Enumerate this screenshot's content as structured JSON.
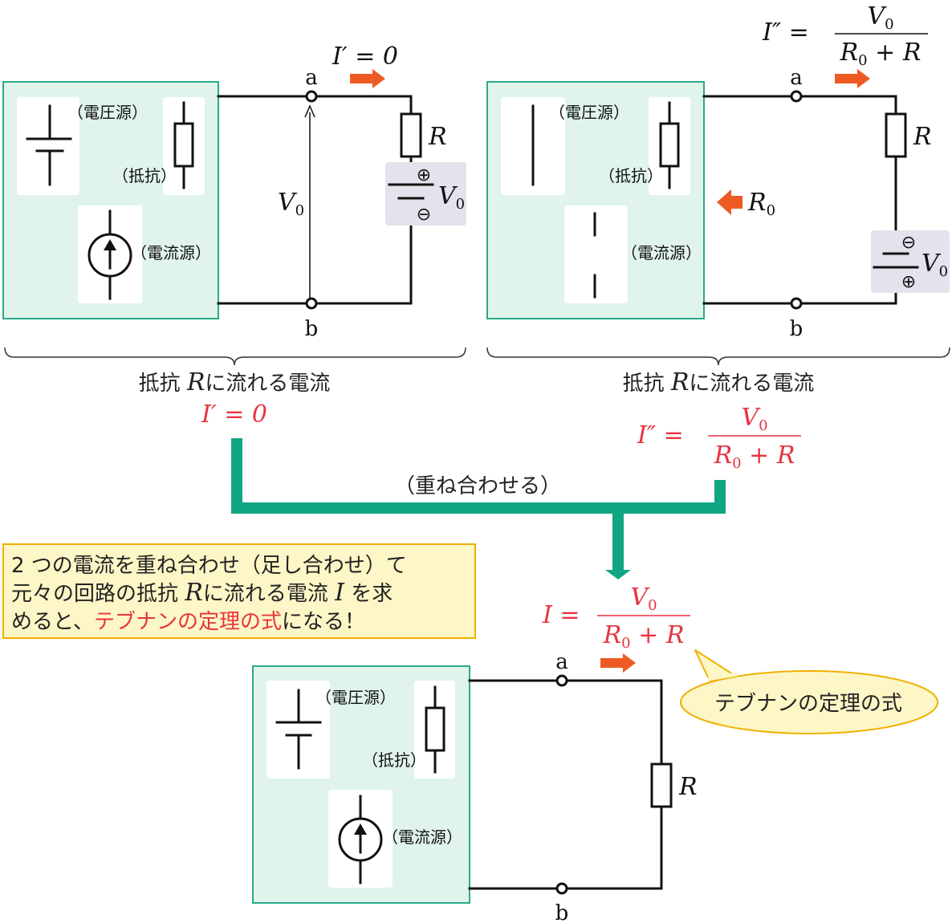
{
  "colors": {
    "accent_red": "#e8343f",
    "current_arrow": "#ee5a24",
    "network_box": "#e0f4ec",
    "network_border": "#2aa98a",
    "flow_arrow": "#10a683",
    "battery_bg": "#e4e2ec",
    "note_bg": "#fdf6c6",
    "note_border": "#f0b000"
  },
  "labels": {
    "terminal_a": "a",
    "terminal_b": "b",
    "voltage_source": "（電圧源）",
    "resistor": "（抵抗）",
    "current_source": "（電流源）",
    "R": "R",
    "V": "V",
    "zero_sub": "0",
    "plus_sign": "⊕",
    "minus_sign": "⊖"
  },
  "left": {
    "current_label": "I′ = 0",
    "voltage_label": "V",
    "caption_pre": "抵抗 ",
    "caption_R": "R",
    "caption_post": "に流れる電流",
    "result": "I′ = 0"
  },
  "right": {
    "eq_lhs": "I″ =",
    "numerator": "V",
    "denominator_R0": "R",
    "denominator_rest": " + R",
    "r0_label": "R",
    "caption_pre": "抵抗 ",
    "caption_R": "R",
    "caption_post": "に流れる電流"
  },
  "merge_label": "（重ね合わせる）",
  "note": {
    "line1": "2 つの電流を重ね合わせ（足し合わせ）て",
    "line2_pre": "元々の回路の抵抗 ",
    "line2_R": "R",
    "line2_mid": "に流れる電流 ",
    "line2_I": "I",
    "line2_post": " を求",
    "line3_pre": "めると、",
    "line3_highlight": "テブナンの定理の式",
    "line3_post": "になる！"
  },
  "final": {
    "eq_lhs": "I =",
    "numerator": "V",
    "denominator_R0": "R",
    "denominator_rest": " + R",
    "bubble": "テブナンの定理の式"
  }
}
